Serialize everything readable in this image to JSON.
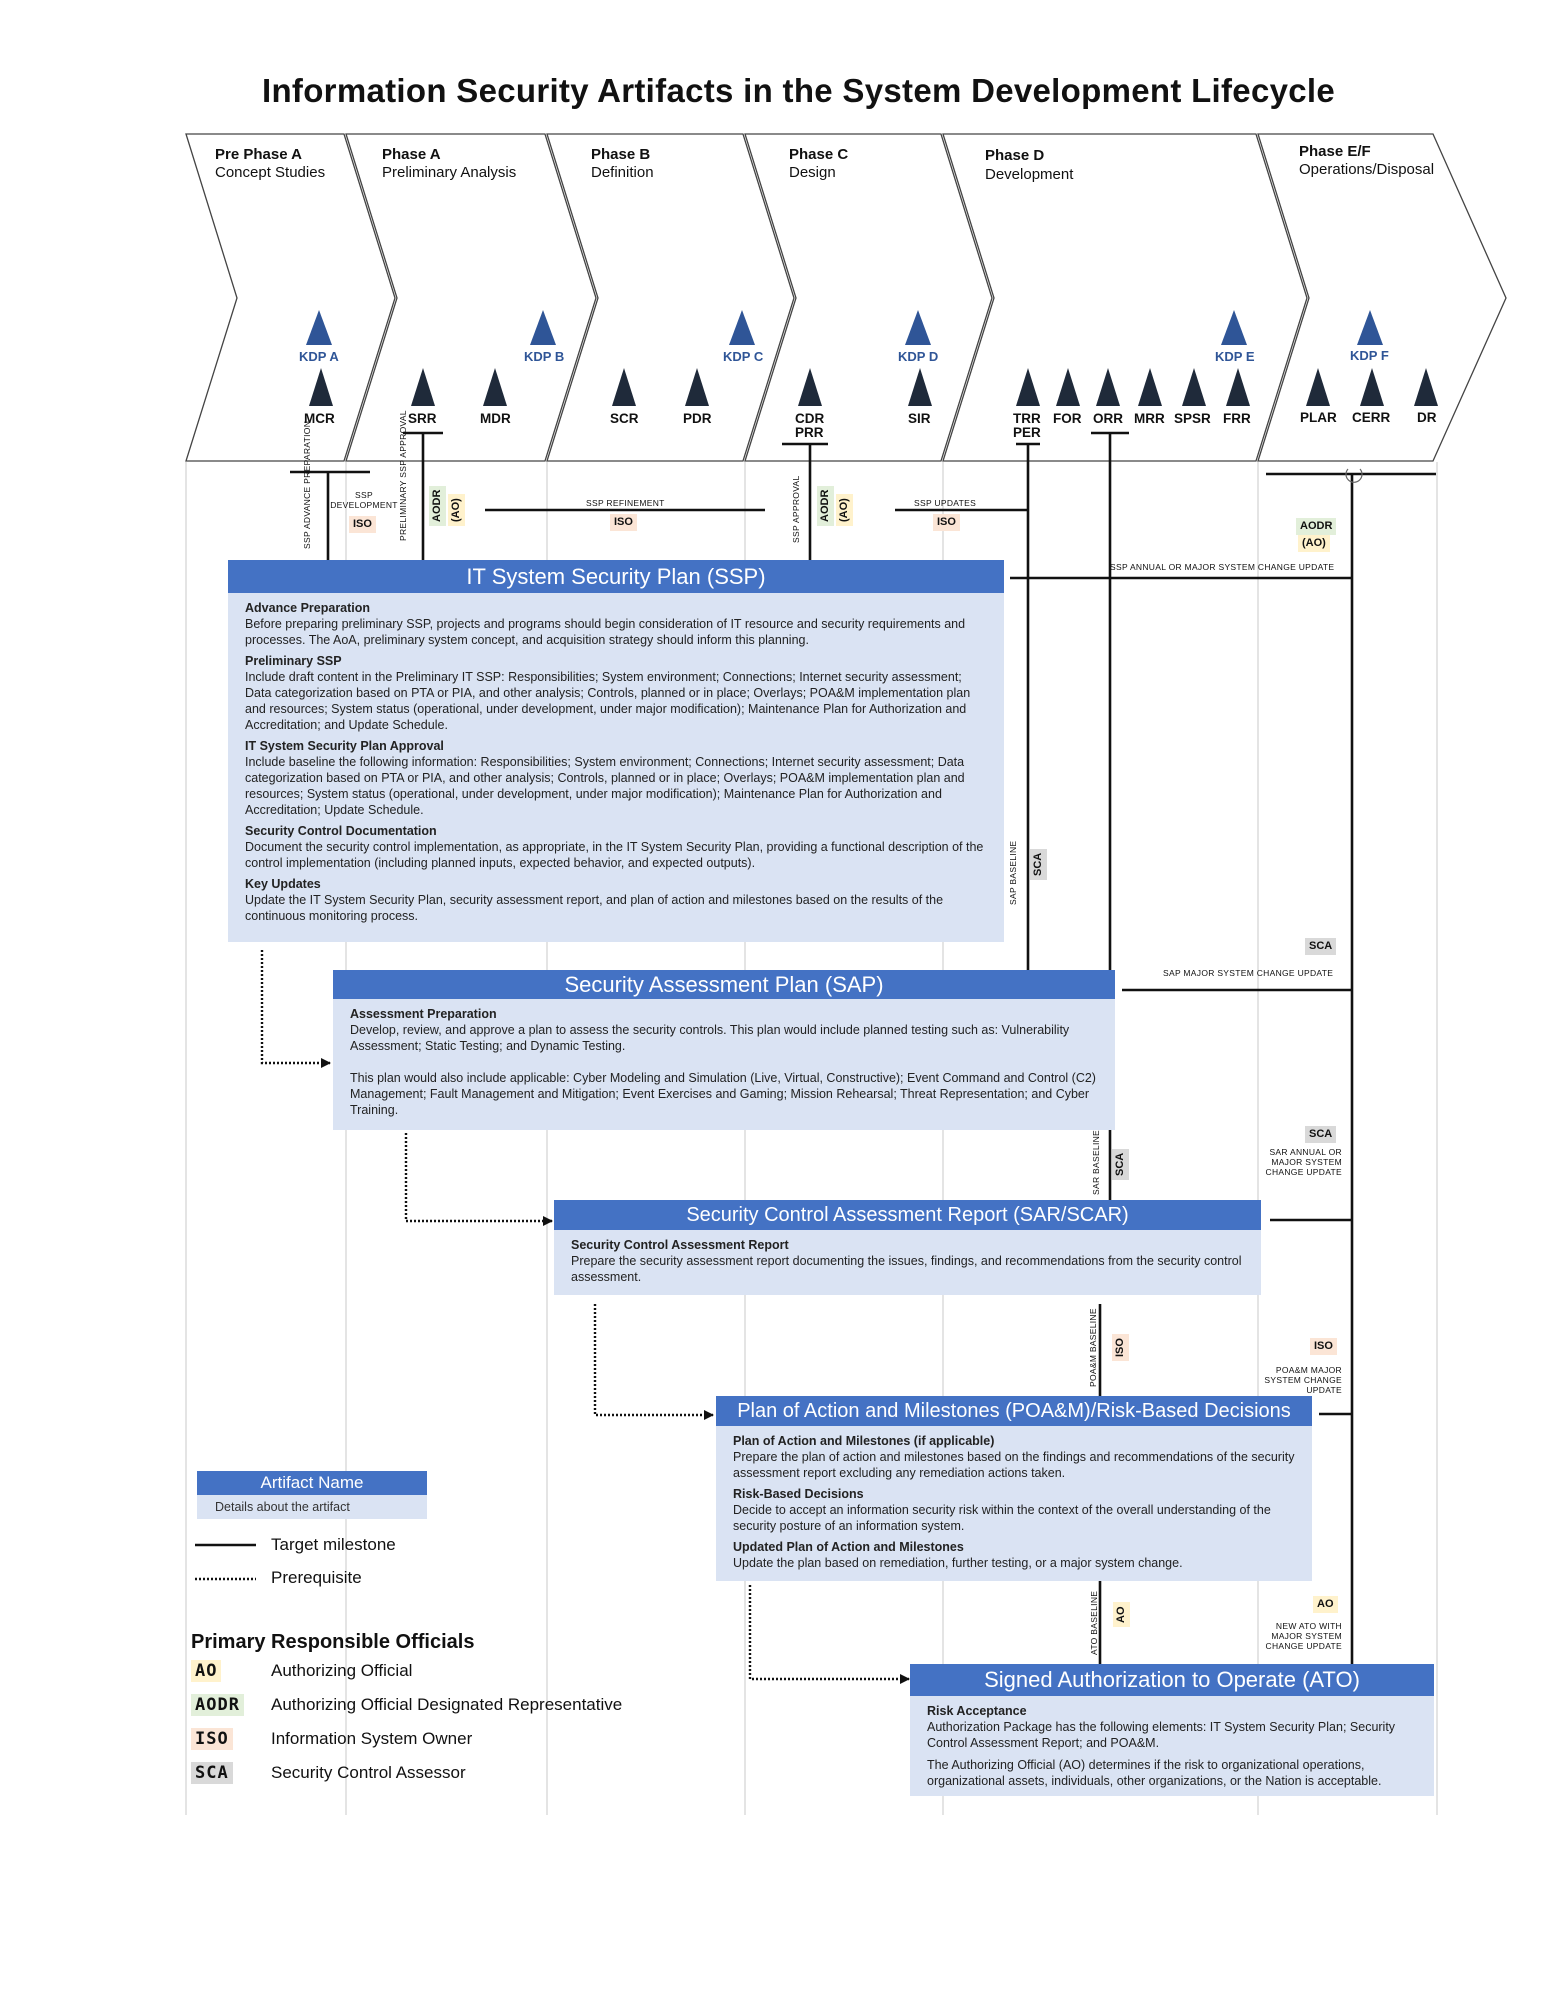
{
  "title": "Information Security Artifacts in the System Development Lifecycle",
  "phases": [
    {
      "name": "Pre Phase A",
      "sub": "Concept Studies"
    },
    {
      "name": "Phase A",
      "sub": "Preliminary Analysis"
    },
    {
      "name": "Phase B",
      "sub": "Definition"
    },
    {
      "name": "Phase C",
      "sub": "Design"
    },
    {
      "name": "Phase D",
      "sub": "Development"
    },
    {
      "name": "Phase E/F",
      "sub": "Operations/Disposal"
    }
  ],
  "kdps": [
    "KDP A",
    "KDP B",
    "KDP C",
    "KDP D",
    "KDP E",
    "KDP F"
  ],
  "milestones": {
    "mcr": "MCR",
    "srr": "SRR",
    "mdr": "MDR",
    "scr": "SCR",
    "pdr": "PDR",
    "cdr": "CDR",
    "prr": "PRR",
    "sir": "SIR",
    "trr": "TRR",
    "per": "PER",
    "for": "FOR",
    "orr": "ORR",
    "mrr": "MRR",
    "spsr": "SPSR",
    "frr": "FRR",
    "plar": "PLAR",
    "cerr": "CERR",
    "dr": "DR"
  },
  "connectors": {
    "ssp_advance_preparation": "SSP ADVANCE PREPARATION",
    "ssp_development": "SSP DEVELOPMENT",
    "preliminary_ssp_approval": "PRELIMINARY SSP APPROVAL",
    "ssp_refinement": "SSP REFINEMENT",
    "ssp_approval": "SSP APPROVAL",
    "ssp_updates": "SSP UPDATES",
    "ssp_annual": "SSP ANNUAL OR MAJOR SYSTEM CHANGE UPDATE",
    "sap_baseline": "SAP BASELINE",
    "sap_major": "SAP MAJOR SYSTEM CHANGE UPDATE",
    "sar_baseline": "SAR BASELINE",
    "sar_annual": "SAR ANNUAL OR MAJOR SYSTEM CHANGE UPDATE",
    "poam_baseline": "POA&M BASELINE",
    "poam_major": "POA&M MAJOR SYSTEM CHANGE UPDATE",
    "ato_baseline": "ATO BASELINE",
    "new_ato": "NEW ATO WITH MAJOR SYSTEM CHANGE UPDATE"
  },
  "badges": {
    "iso": "ISO",
    "aodr": "AODR",
    "ao_paren": "(AO)",
    "sca": "SCA",
    "ao": "AO"
  },
  "artifacts": {
    "ssp": {
      "title": "IT System Security Plan (SSP)",
      "sections": [
        {
          "heading": "Advance Preparation",
          "text": "Before preparing preliminary SSP, projects and programs should begin consideration of IT resource and security requirements and processes. The AoA, preliminary system concept, and acquisition strategy should inform this planning."
        },
        {
          "heading": "Preliminary SSP",
          "text": "Include draft content in the Preliminary IT SSP: Responsibilities; System environment; Connections; Internet security assessment; Data categorization based on PTA or PIA, and other analysis; Controls, planned or in place; Overlays; POA&M implementation plan and resources; System status (operational, under development, under major modification); Maintenance Plan for Authorization and Accreditation; and Update Schedule."
        },
        {
          "heading": "IT System Security Plan Approval",
          "text": "Include baseline the following information: Responsibilities; System environment; Connections; Internet security assessment; Data categorization based on PTA or PIA, and other analysis; Controls, planned or in place; Overlays; POA&M implementation plan and resources; System status (operational, under development, under major modification); Maintenance Plan for Authorization and Accreditation; Update Schedule."
        },
        {
          "heading": "Security Control Documentation",
          "text": "Document the security control implementation, as appropriate, in the IT System Security Plan, providing a functional description of the control implementation (including planned inputs, expected behavior, and expected outputs)."
        },
        {
          "heading": "Key Updates",
          "text": "Update the IT System Security Plan, security assessment report, and plan of action and milestones based on the results of the continuous monitoring process."
        }
      ]
    },
    "sap": {
      "title": "Security Assessment Plan (SAP)",
      "heading": "Assessment Preparation",
      "text": "Develop, review, and approve a plan to assess the security controls. This plan would include planned testing such as: Vulnerability Assessment; Static Testing; and Dynamic Testing.",
      "text2": "This plan would also include applicable: Cyber Modeling and Simulation (Live, Virtual, Constructive); Event Command and Control (C2) Management; Fault Management and Mitigation; Event Exercises and Gaming; Mission Rehearsal; Threat Representation; and Cyber Training."
    },
    "sar": {
      "title": "Security Control Assessment Report (SAR/SCAR)",
      "heading": "Security Control Assessment Report",
      "text": "Prepare the security assessment report documenting the issues, findings, and recommendations from the security control assessment."
    },
    "poam": {
      "title": "Plan of Action and Milestones (POA&M)/Risk-Based Decisions",
      "sections": [
        {
          "heading": "Plan of Action and Milestones (if applicable)",
          "text": "Prepare the plan of action and milestones based on the findings and recommendations of the security assessment report excluding any remediation actions taken."
        },
        {
          "heading": "Risk-Based Decisions",
          "text": "Decide to accept an information security risk within the context of the overall understanding of the security posture of an information system."
        },
        {
          "heading": "Updated Plan of Action and Milestones",
          "text": "Update the plan based on remediation, further testing, or a major system change."
        }
      ]
    },
    "ato": {
      "title": "Signed Authorization to Operate (ATO)",
      "heading": "Risk Acceptance",
      "text": "Authorization Package has the following elements: IT System Security Plan; Security Control Assessment Report; and POA&M.",
      "text2": "The Authorizing Official (AO) determines if the risk to organizational operations, organizational assets, individuals, other organizations, or the Nation is acceptable."
    }
  },
  "legend": {
    "artifact_name": "Artifact Name",
    "artifact_details": "Details about the artifact",
    "target_milestone": "Target milestone",
    "prerequisite": "Prerequisite",
    "officials_heading": "Primary Responsible Officials",
    "officials": [
      {
        "code": "AO",
        "name": "Authorizing Official"
      },
      {
        "code": "AODR",
        "name": "Authorizing Official Designated Representative"
      },
      {
        "code": "ISO",
        "name": "Information System Owner"
      },
      {
        "code": "SCA",
        "name": "Security Control Assessor"
      }
    ]
  },
  "colors": {
    "header_blue": "#4472c4",
    "body_blue": "#dae3f3",
    "kdp_blue": "#2f5597",
    "milestone": "#1f2a3a",
    "iso": "#fbe5d6",
    "sca": "#d9d9d9",
    "ao": "#fff2cc",
    "aodr": "#e2efda"
  }
}
